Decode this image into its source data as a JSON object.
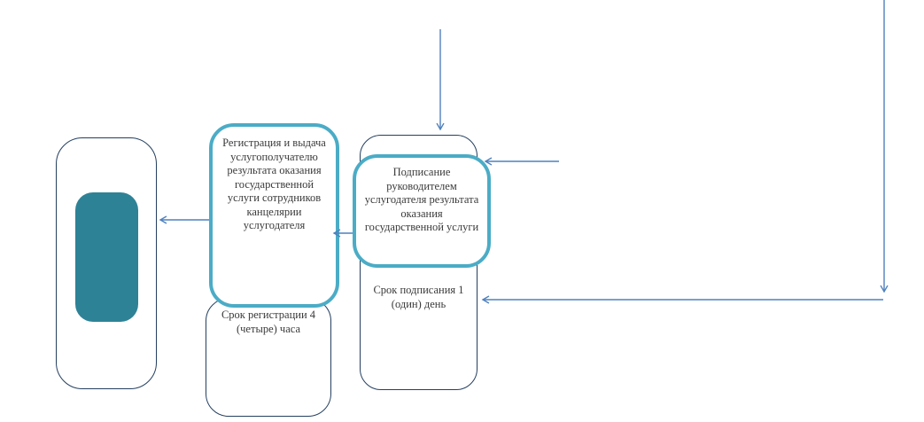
{
  "diagram": {
    "nodes": {
      "registration": {
        "title": "Регистрация и выдача услугополучателю результата оказания государственной услуги сотрудников канцелярии услугодателя",
        "duration": "Срок регистрации 4 (четыре) часа"
      },
      "signing": {
        "title": "Подписание руководителем услугодателя результата оказания государственной услуги",
        "duration": "Срок подписания 1 (один) день"
      }
    },
    "colors": {
      "node_fill_teal": "#2e8296",
      "node_border_teal": "#4bacc6",
      "outline_navy": "#243f60",
      "arrow_blue": "#4f81bd",
      "text": "#3a3a3a"
    }
  }
}
